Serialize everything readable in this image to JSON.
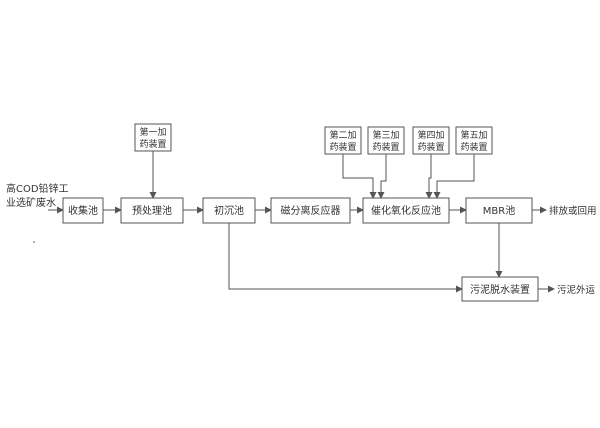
{
  "source_label": {
    "line1": "高COD铅锌工",
    "line2": "业选矿废水"
  },
  "process": {
    "collection_tank": "收集池",
    "pretreatment_tank": "预处理池",
    "primary_settling_tank": "初沉池",
    "magnetic_separation_reactor": "磁分离反应器",
    "catalytic_oxidation_tank": "催化氧化反应池",
    "mbr_tank": "MBR池",
    "sludge_dewatering_unit": "污泥脱水装置"
  },
  "dosing": {
    "first": {
      "line1": "第一加",
      "line2": "药装置"
    },
    "second": {
      "line1": "第二加",
      "line2": "药装置"
    },
    "third": {
      "line1": "第三加",
      "line2": "药装置"
    },
    "fourth": {
      "line1": "第四加",
      "line2": "药装置"
    },
    "fifth": {
      "line1": "第五加",
      "line2": "药装置"
    }
  },
  "outputs": {
    "discharge_or_reuse": "排放或回用",
    "sludge_transport": "污泥外运"
  },
  "colors": {
    "line": "#555555",
    "text": "#333333",
    "background": "#ffffff"
  }
}
